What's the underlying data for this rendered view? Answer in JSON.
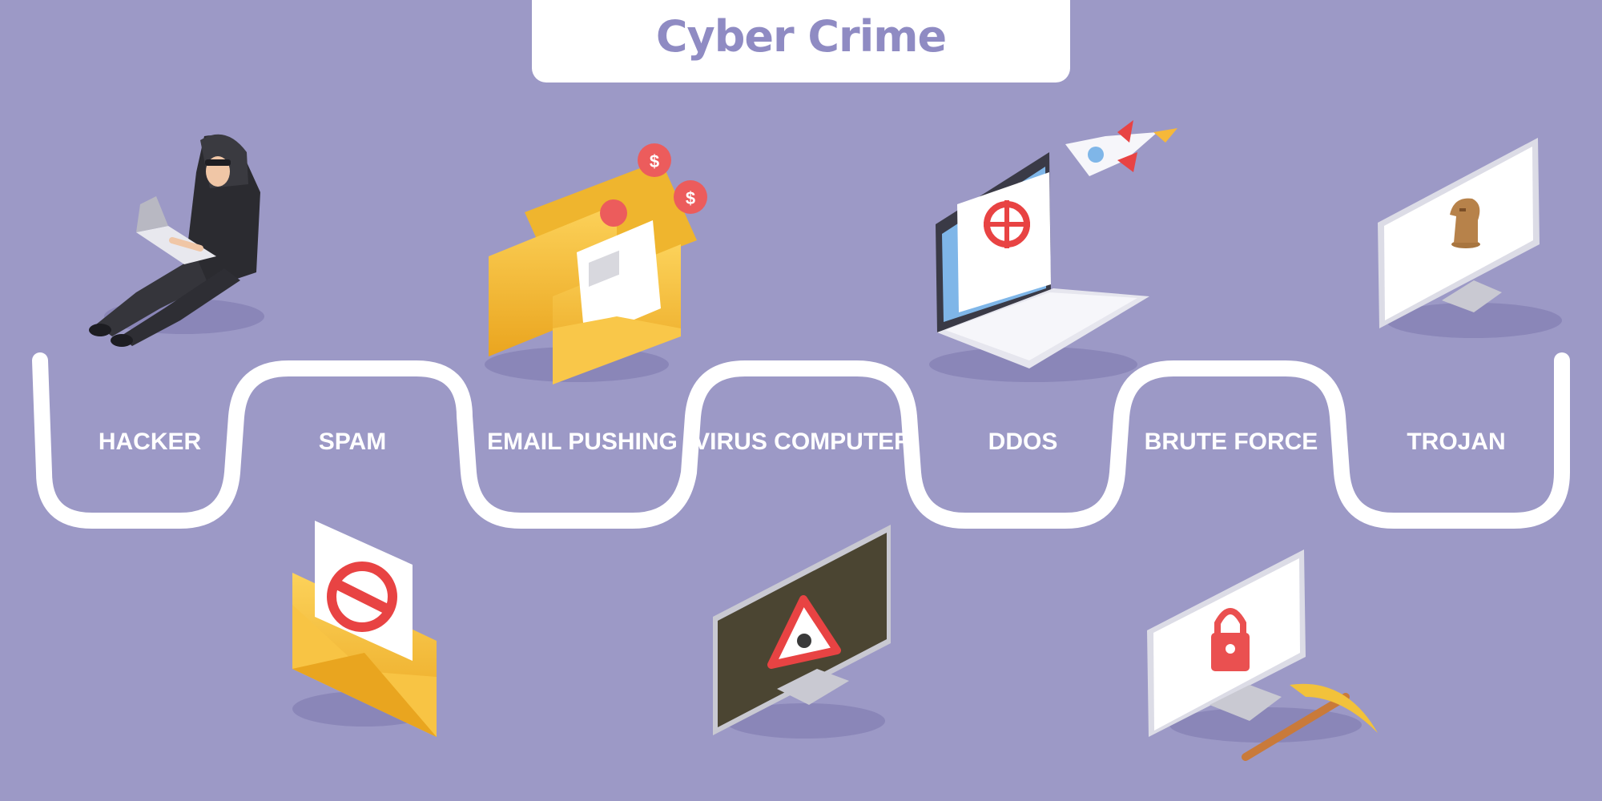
{
  "title": "Cyber Crime",
  "steps": [
    {
      "label": "HACKER",
      "icon": "hacker-with-laptop-icon"
    },
    {
      "label": "SPAM",
      "icon": "spam-envelope-icon"
    },
    {
      "label": "EMAIL PUSHING",
      "icon": "phishing-envelopes-icon"
    },
    {
      "label": "VIRUS COMPUTER",
      "icon": "virus-monitor-icon"
    },
    {
      "label": "DDOS",
      "icon": "ddos-laptop-rocket-icon"
    },
    {
      "label": "BRUTE FORCE",
      "icon": "locked-monitor-pickaxe-icon"
    },
    {
      "label": "TROJAN",
      "icon": "trojan-horse-monitor-icon"
    }
  ],
  "colors": {
    "background": "#9c99c6",
    "path": "#ffffff",
    "title": "#8f8bc3",
    "envelope": "#f5b82a",
    "alert": "#e84343"
  }
}
